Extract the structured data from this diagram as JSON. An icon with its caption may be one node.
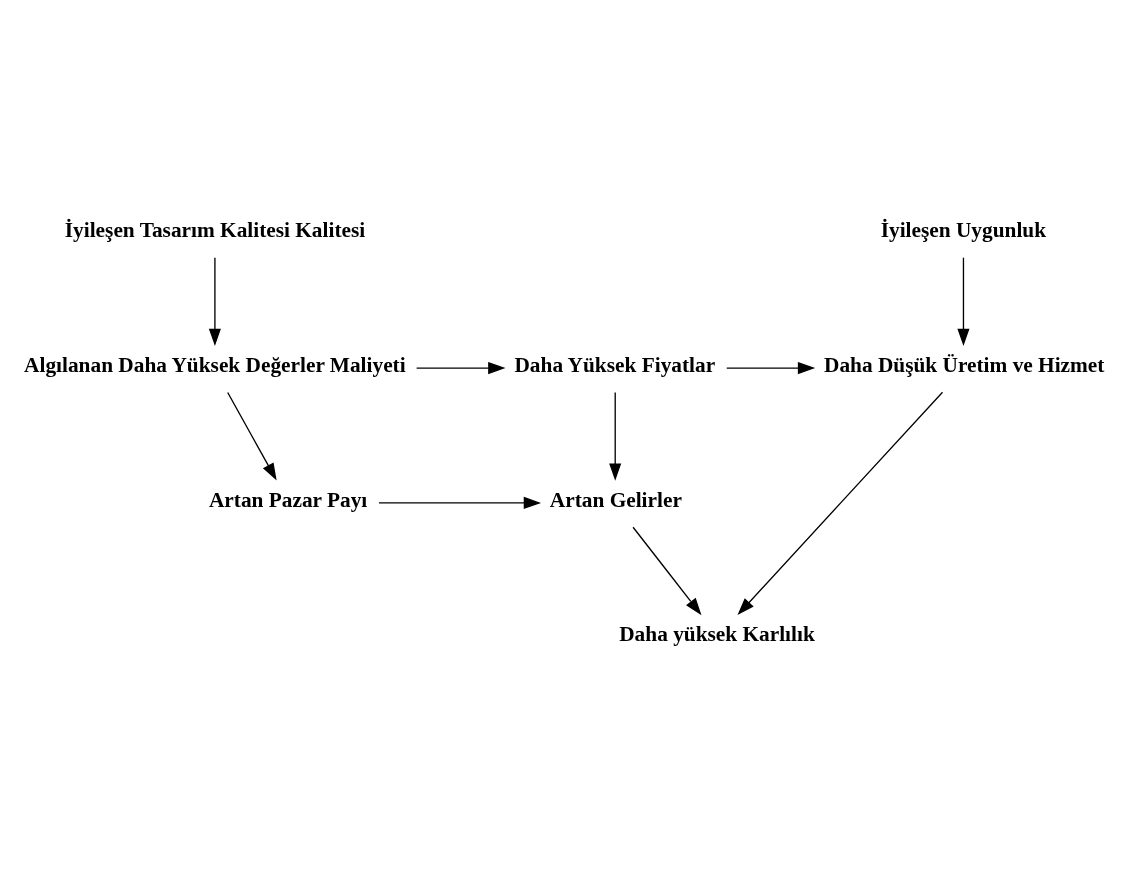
{
  "diagram": {
    "nodes": [
      {
        "text": [
          "İyileşen Tasarım Kalitesi Kalitesi"
        ]
      },
      {
        "text": [
          "İyileşen Uygunluk"
        ]
      },
      {
        "text": [
          "Algılanan Daha Yüksek Değerler Maliyeti"
        ]
      },
      {
        "text": [
          "Daha Yüksek Fiyatlar"
        ]
      },
      {
        "text": [
          "Daha Düşük Üretim ve Hizmet"
        ]
      },
      {
        "text": [
          "Artan Pazar Payı"
        ]
      },
      {
        "text": [
          "Artan Gelirler"
        ]
      },
      {
        "text": [
          "Daha yüksek Karlılık"
        ]
      }
    ],
    "edges": [
      {
        "from": 0,
        "to": 2,
        "arrow": "to"
      },
      {
        "from": 1,
        "to": 4,
        "arrow": "to"
      },
      {
        "from": 2,
        "to": 3,
        "arrow": "to"
      },
      {
        "from": 3,
        "to": 4,
        "arrow": "to"
      },
      {
        "from": 2,
        "to": 5,
        "arrow": "to"
      },
      {
        "from": 3,
        "to": 6,
        "arrow": "to"
      },
      {
        "from": 5,
        "to": 6,
        "arrow": "to"
      },
      {
        "from": 6,
        "to": 7,
        "arrow": "to"
      },
      {
        "from": 4,
        "to": 7,
        "arrow": "to"
      }
    ]
  }
}
